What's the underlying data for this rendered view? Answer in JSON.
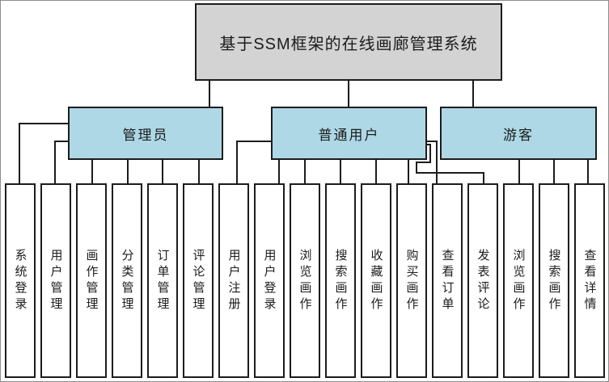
{
  "diagram": {
    "title": "基于SSM框架的在线画廊管理系统",
    "roles": [
      {
        "label": "管理员",
        "children": [
          "系统登录",
          "用户管理",
          "画作管理",
          "分类管理",
          "订单管理",
          "评论管理"
        ]
      },
      {
        "label": "普通用户",
        "children": [
          "用户注册",
          "用户登录",
          "浏览画作",
          "搜索画作",
          "收藏画作",
          "购买画作",
          "查看订单",
          "发表评论"
        ]
      },
      {
        "label": "游客",
        "children": [
          "浏览画作",
          "搜索画作",
          "查看详情"
        ]
      }
    ],
    "colors": {
      "root_fill": "#d3d3d3",
      "role_fill": "#aed8e6",
      "leaf_fill": "#ffffff",
      "line": "#1c1c1c"
    }
  }
}
